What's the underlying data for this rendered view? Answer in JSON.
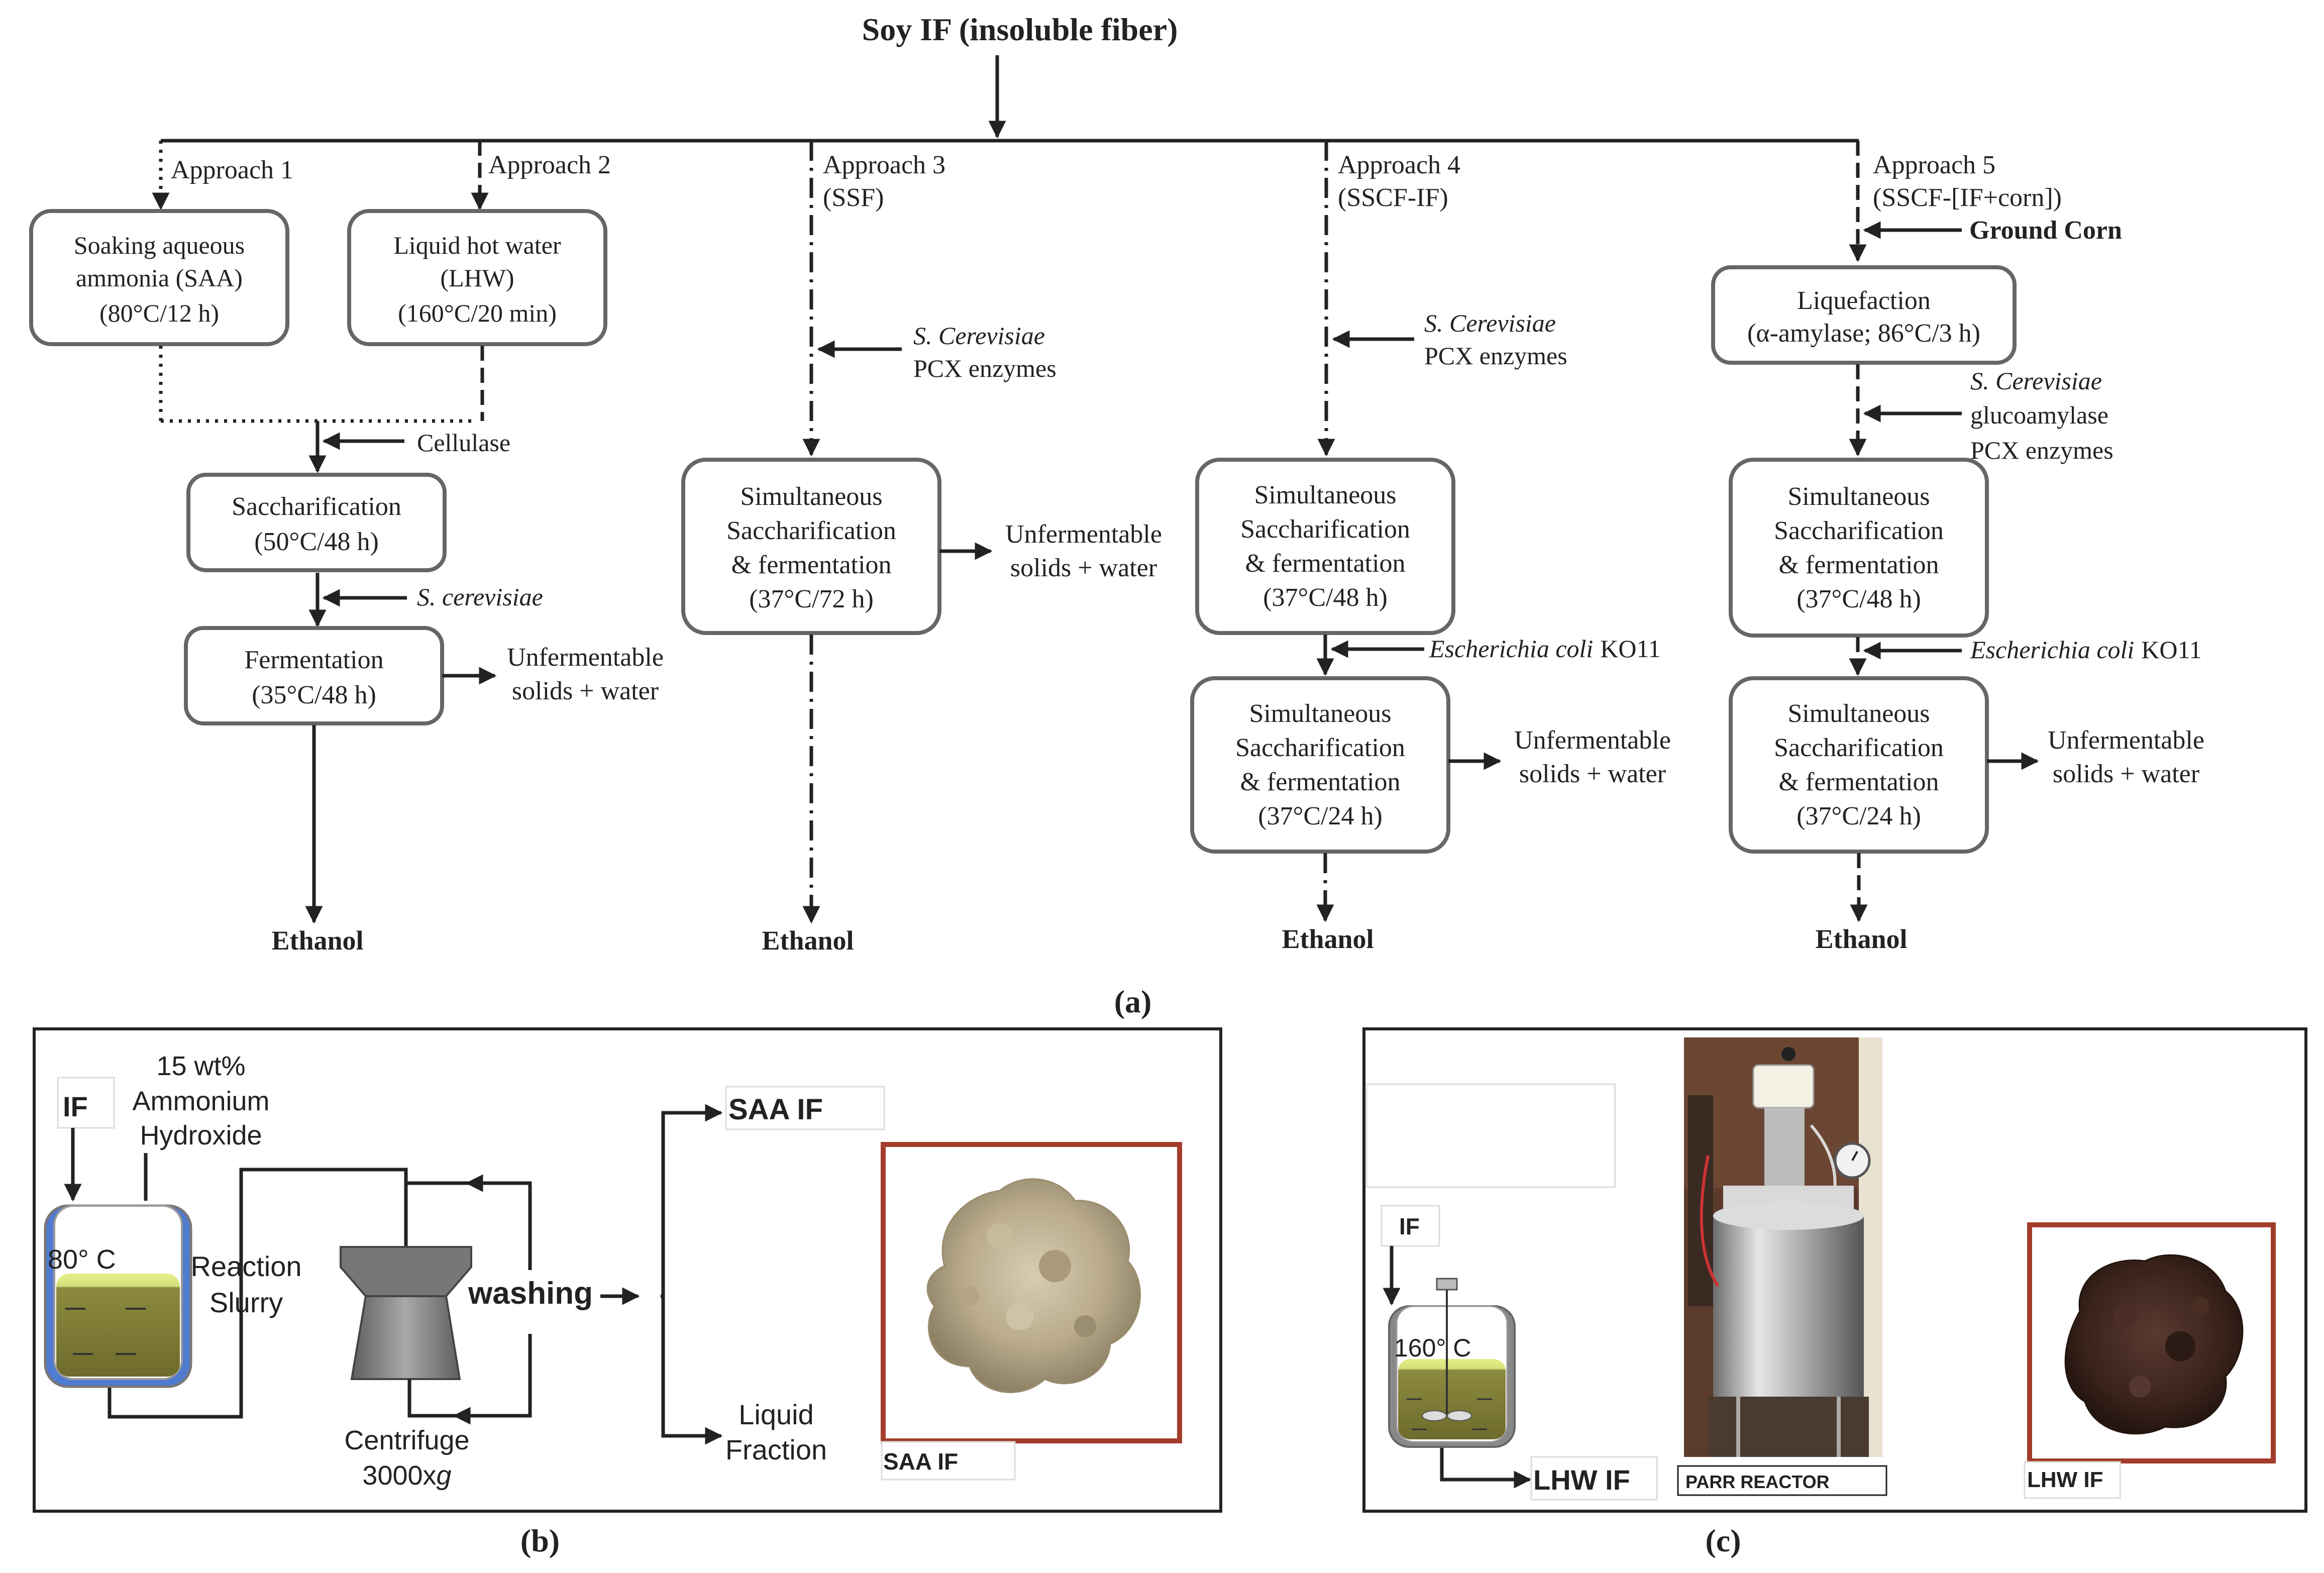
{
  "part_a": {
    "label": "(a)",
    "root": "Soy IF (insoluble fiber)",
    "approach1": {
      "label": "Approach 1",
      "pretreat": [
        "Soaking aqueous",
        "ammonia (SAA)",
        "(80°C/12 h)"
      ]
    },
    "approach2": {
      "label": "Approach 2",
      "pretreat": [
        "Liquid hot water",
        "(LHW)",
        "(160°C/20 min)"
      ]
    },
    "shared": {
      "cellulase": "Cellulase",
      "sacch": [
        "Saccharification",
        "(50°C/48 h)"
      ],
      "s_cerevisiae": "S. cerevisiae",
      "ferment": [
        "Fermentation",
        "(35°C/48 h)"
      ],
      "unferm": [
        "Unfermentable",
        "solids + water"
      ],
      "ethanol": "Ethanol"
    },
    "approach3": {
      "label": "Approach 3",
      "sub": "(SSF)",
      "organism": "S. Cerevisiae",
      "enzymes": "PCX enzymes",
      "ssf": [
        "Simultaneous",
        "Saccharification",
        "& fermentation",
        "(37°C/72 h)"
      ],
      "unferm": [
        "Unfermentable",
        "solids + water"
      ],
      "ethanol": "Ethanol"
    },
    "approach4": {
      "label": "Approach 4",
      "sub": "(SSCF-IF)",
      "organism": "S. Cerevisiae",
      "enzymes": "PCX enzymes",
      "ssf1": [
        "Simultaneous",
        "Saccharification",
        "& fermentation",
        "(37°C/48 h)"
      ],
      "ecoli": "Escherichia coli",
      "ecoli_strain": "KO11",
      "ssf2": [
        "Simultaneous",
        "Saccharification",
        "& fermentation",
        "(37°C/24 h)"
      ],
      "unferm": [
        "Unfermentable",
        "solids + water"
      ],
      "ethanol": "Ethanol"
    },
    "approach5": {
      "label": "Approach 5",
      "sub": "(SSCF-[IF+corn])",
      "corn": "Ground Corn",
      "liq": [
        "Liquefaction",
        "(α-amylase; 86°C/3 h)"
      ],
      "organism": "S. Cerevisiae",
      "gluco": "glucoamylase",
      "enzymes": "PCX enzymes",
      "ssf1": [
        "Simultaneous",
        "Saccharification",
        "& fermentation",
        "(37°C/48 h)"
      ],
      "ecoli": "Escherichia coli",
      "ecoli_strain": "KO11",
      "ssf2": [
        "Simultaneous",
        "Saccharification",
        "& fermentation",
        "(37°C/24 h)"
      ],
      "unferm": [
        "Unfermentable",
        "solids + water"
      ],
      "ethanol": "Ethanol"
    }
  },
  "part_b": {
    "label": "(b)",
    "if": "IF",
    "reagent": [
      "15 wt%",
      "Ammonium",
      "Hydroxide"
    ],
    "temp": "80°  C",
    "slurry": [
      "Reaction",
      "Slurry"
    ],
    "washing": "washing",
    "centrifuge": "Centrifuge",
    "speed_num": "3000x",
    "speed_g": "g",
    "saa_if": "SAA IF",
    "liquid": [
      "Liquid",
      "Fraction"
    ],
    "photo_caption": "SAA IF"
  },
  "part_c": {
    "label": "(c)",
    "if": "IF",
    "temp": "160°  C",
    "lhw_if": "LHW IF",
    "reactor_caption": "PARR REACTOR",
    "photo_caption": "LHW IF"
  }
}
